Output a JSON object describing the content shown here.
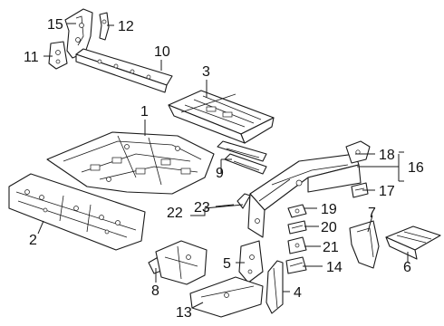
{
  "callouts": {
    "c1": "1",
    "c2": "2",
    "c3": "3",
    "c4": "4",
    "c5": "5",
    "c6": "6",
    "c7": "7",
    "c8": "8",
    "c9": "9",
    "c10": "10",
    "c11": "11",
    "c12": "12",
    "c13": "13",
    "c14": "14",
    "c15": "15",
    "c16": "16",
    "c17": "17",
    "c18": "18",
    "c19": "19",
    "c20": "20",
    "c21": "21",
    "c22": "22",
    "c23": "23"
  },
  "colors": {
    "line": "#1a1a1a",
    "background": "#ffffff",
    "text": "#111111"
  }
}
